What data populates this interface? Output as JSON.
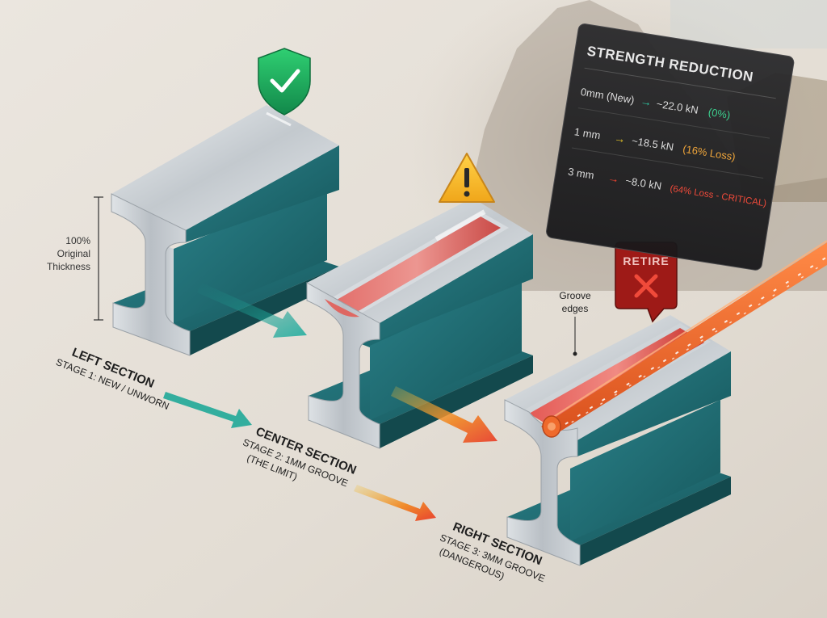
{
  "thickness": {
    "line1": "100%",
    "line2": "Original",
    "line3": "Thickness"
  },
  "panel": {
    "title": "STRENGTH REDUCTION",
    "rows": [
      {
        "depth": "0mm (New)",
        "value": "~22.0 kN",
        "loss": "(0%)",
        "arrow_color": "#2ec4a0",
        "loss_color": "#3ccf8e"
      },
      {
        "depth": "1 mm",
        "value": "~18.5 kN",
        "loss": "(16% Loss)",
        "arrow_color": "#e4c227",
        "loss_color": "#f0a63a"
      },
      {
        "depth": "3 mm",
        "value": "~8.0 kN",
        "loss": "(64% Loss - CRITICAL)",
        "arrow_color": "#e8412f",
        "loss_color": "#f04a3a"
      }
    ]
  },
  "badges": {
    "retire": "RETIRE"
  },
  "callout": {
    "line1": "Groove",
    "line2": "edges"
  },
  "sections": {
    "left": {
      "title": "LEFT SECTION",
      "subtitle": "STAGE 1: NEW / UNWORN"
    },
    "center": {
      "title": "CENTER SECTION",
      "subtitle": "STAGE 2: 1MM GROOVE",
      "note": "(THE LIMIT)"
    },
    "right": {
      "title": "RIGHT SECTION",
      "subtitle": "STAGE 3: 3MM GROOVE",
      "note": "(DANGEROUS)"
    }
  },
  "colors": {
    "teal": "#1e6e72",
    "teal_dark": "#144f53",
    "steel": "#c9ced3",
    "safe_green": "#1faa5c",
    "warning_yellow": "#f4b324",
    "danger_red": "#c7241e",
    "rope_orange": "#f0662a"
  }
}
